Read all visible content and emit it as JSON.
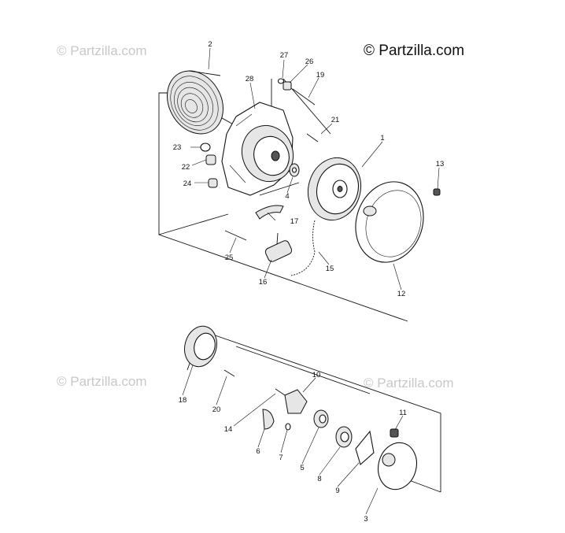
{
  "watermarks": {
    "main": "© Partzilla.com",
    "faint": "© Partzilla.com"
  },
  "callouts": [
    "1",
    "2",
    "3",
    "4",
    "5",
    "6",
    "7",
    "8",
    "9",
    "10",
    "11",
    "12",
    "13",
    "14",
    "15",
    "16",
    "17",
    "18",
    "19",
    "20",
    "21",
    "22",
    "23",
    "24",
    "25",
    "26",
    "27",
    "28"
  ]
}
